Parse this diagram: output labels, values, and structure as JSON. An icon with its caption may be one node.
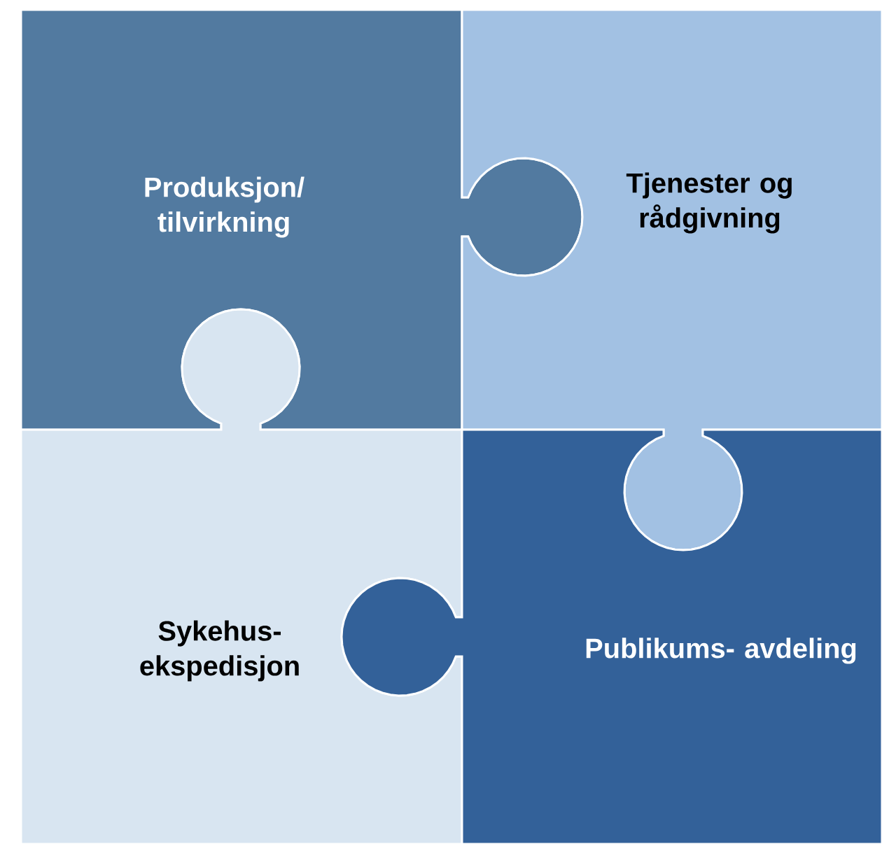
{
  "diagram": {
    "nodes": [
      {
        "text": [
          "Produksjon/ tilvirkning"
        ]
      },
      {
        "text": [
          "Tjenester og rådgivning"
        ]
      },
      {
        "text": [
          "Sykehus- ekspedisjon"
        ]
      },
      {
        "text": [
          "Publikums- avdeling"
        ]
      }
    ]
  }
}
